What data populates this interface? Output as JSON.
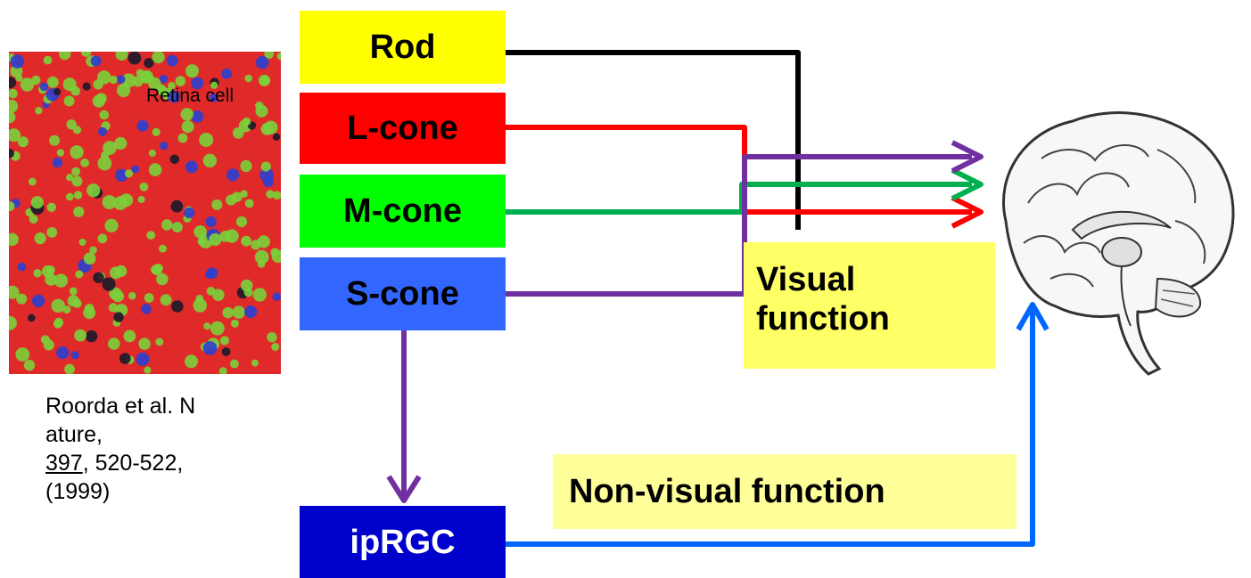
{
  "boxes": {
    "rod": "Rod",
    "l_cone": "L-cone",
    "m_cone": "M-cone",
    "s_cone": "S-cone",
    "iprgc": "ipRGC"
  },
  "visual_function": "Visual\nfunction",
  "non_visual_function": "Non-visual function",
  "retina_label": "Retina cell",
  "citation": {
    "authors": "Roorda et al. N",
    "line2": "ature,",
    "volume": "397",
    "pages": ", 520-522,",
    "year": "(1999)"
  },
  "colors": {
    "rod": "#ffff00",
    "l_cone": "#ff0000",
    "m_cone": "#00ff00",
    "s_cone": "#3366ff",
    "iprgc": "#0000cc",
    "rod_line": "#000000",
    "l_line": "#ff0000",
    "m_line": "#00b050",
    "s_line": "#7030a0",
    "iprgc_line": "#0066ff"
  }
}
